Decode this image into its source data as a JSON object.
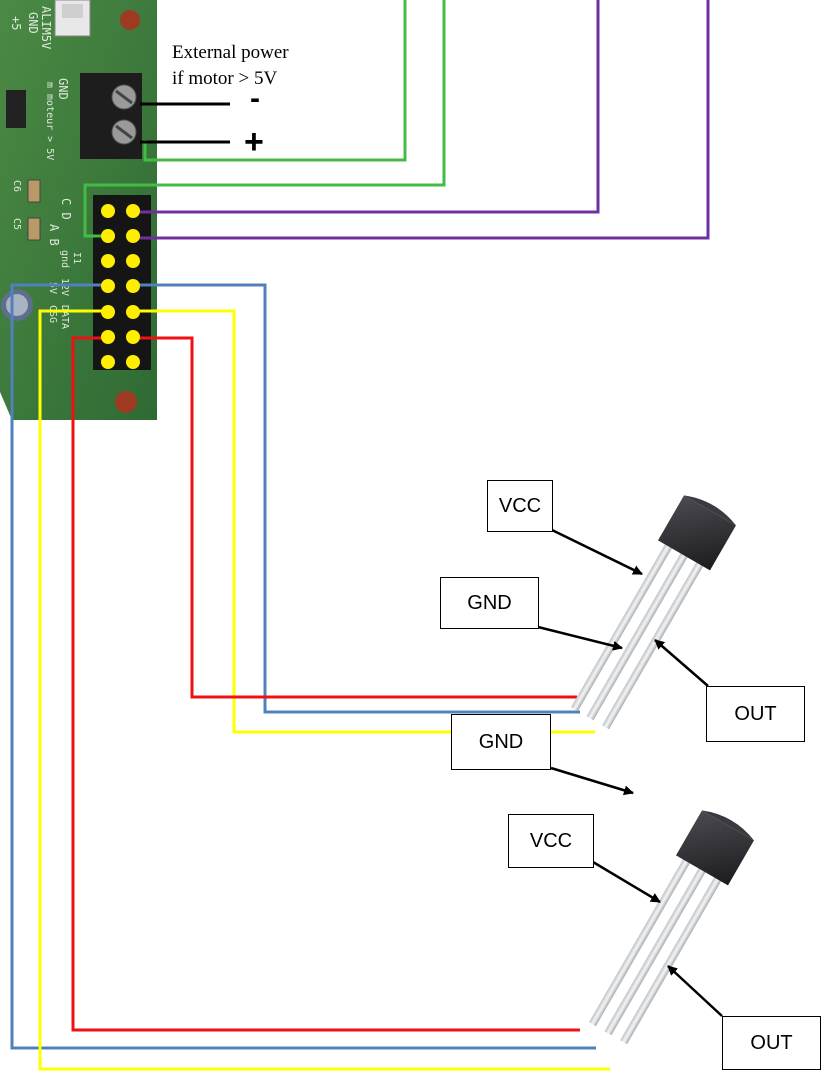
{
  "power_note": {
    "line1": "External power",
    "line2": "if motor > 5V",
    "minus": "-",
    "plus": "+"
  },
  "board": {
    "silkscreen": [
      "ALIM5V",
      "GND",
      "+5",
      "GND",
      "m moteur > 5V",
      "C D",
      "A B",
      "gnd",
      "12V",
      "DATA",
      "5V",
      "CSG",
      "C6",
      "C5",
      "I1"
    ]
  },
  "sensor_top": {
    "vcc": "VCC",
    "gnd": "GND",
    "out": "OUT"
  },
  "sensor_bottom": {
    "vcc": "VCC",
    "gnd": "GND",
    "out": "OUT"
  },
  "colors": {
    "wire_green": "#44bb44",
    "wire_purple": "#7030a0",
    "wire_blue": "#4f81bd",
    "wire_yellow": "#ffff00",
    "wire_red": "#ee1111",
    "pin": "#ffee00",
    "pcb": "#3c7a3c",
    "sensor_body": "#2f2f33"
  }
}
